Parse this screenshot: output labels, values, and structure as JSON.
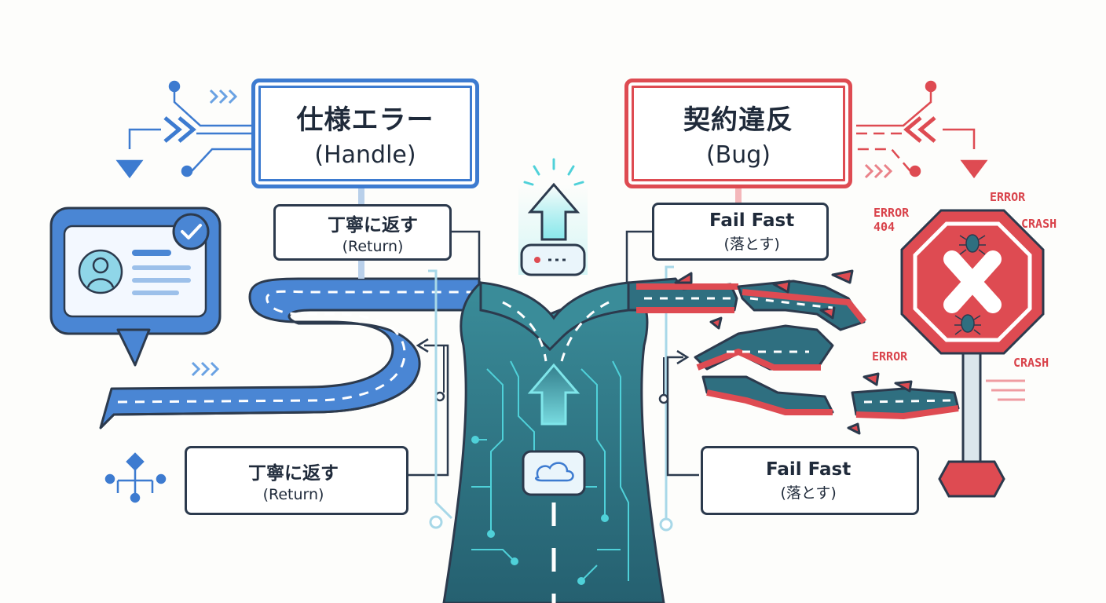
{
  "left_sign": {
    "title": "仕様エラー",
    "subtitle": "(Handle)"
  },
  "right_sign": {
    "title": "契約違反",
    "subtitle": "(Bug)"
  },
  "left_card_top": {
    "title": "丁寧に返す",
    "subtitle": "(Return)"
  },
  "left_card_bottom": {
    "title": "丁寧に返す",
    "subtitle": "(Return)"
  },
  "right_card_top": {
    "title": "Fail Fast",
    "subtitle": "(落とす)"
  },
  "right_card_bottom": {
    "title": "Fail Fast",
    "subtitle": "(落とす)"
  },
  "error_labels": [
    "ERROR",
    "ERROR\n404",
    "CRASH",
    "ERROR",
    "CRASH"
  ],
  "colors": {
    "handle_blue": "#3d7bd0",
    "bug_red": "#de4b52",
    "road_teal": "#2f6f80",
    "circuit_cyan": "#4fd1d9",
    "outline": "#2c3a4d"
  },
  "icons": [
    "chat-bubble-icon",
    "checkmark-icon",
    "user-avatar-icon",
    "shield-icon",
    "broken-shield-icon",
    "bug-icon",
    "stop-sign-icon",
    "cloud-icon",
    "up-arrow-icon",
    "network-icon"
  ]
}
